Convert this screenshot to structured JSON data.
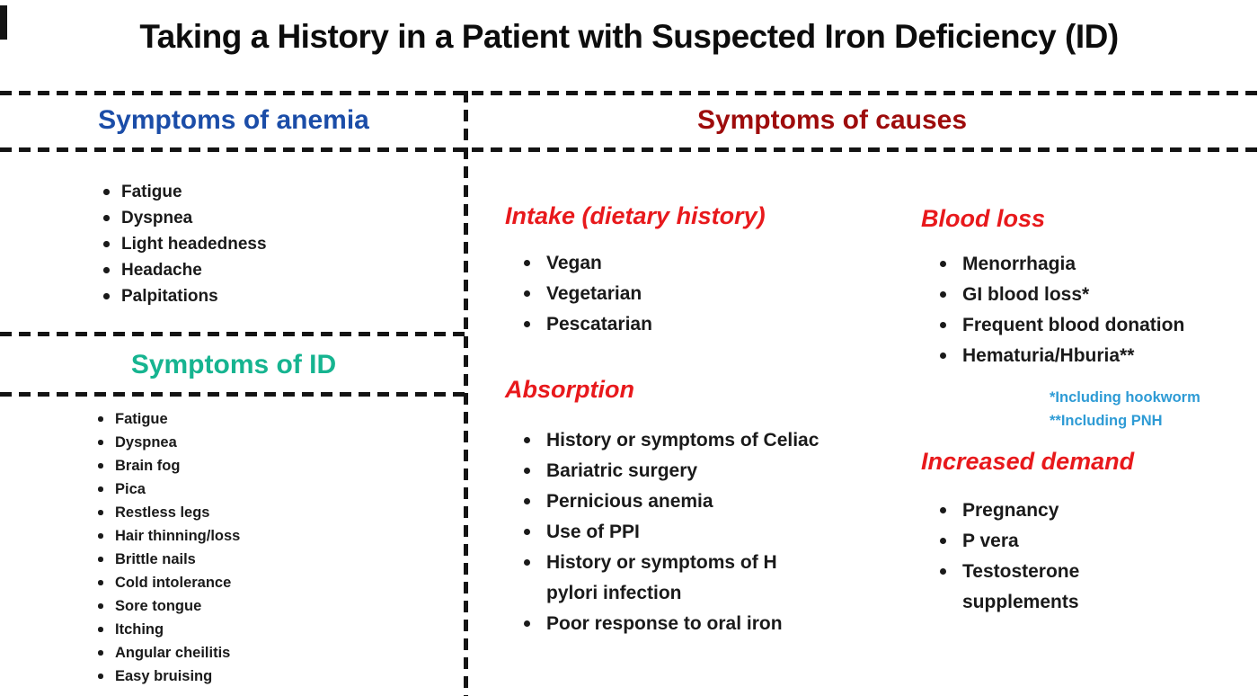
{
  "title": "Taking a History in a Patient with Suspected Iron Deficiency (ID)",
  "colors": {
    "title": "#0d0d0d",
    "line": "#141414",
    "body_text": "#1a1a1a",
    "anemia_header": "#1b4da8",
    "id_header": "#16b490",
    "causes_header": "#9e0c0c",
    "subsection_header": "#e8191c",
    "footnote": "#2e9bd5"
  },
  "left": {
    "anemia": {
      "header": "Symptoms of anemia",
      "items": [
        "Fatigue",
        "Dyspnea",
        "Light headedness",
        "Headache",
        "Palpitations"
      ]
    },
    "id": {
      "header": "Symptoms of ID",
      "items": [
        "Fatigue",
        "Dyspnea",
        "Brain fog",
        "Pica",
        "Restless legs",
        "Hair thinning/loss",
        "Brittle nails",
        "Cold intolerance",
        "Sore tongue",
        "Itching",
        "Angular cheilitis",
        "Easy bruising"
      ]
    }
  },
  "right": {
    "header": "Symptoms of causes",
    "sections": [
      {
        "header": "Intake (dietary history)",
        "items": [
          "Vegan",
          "Vegetarian",
          "Pescatarian"
        ]
      },
      {
        "header": "Absorption",
        "items": [
          "History or symptoms of Celiac",
          "Bariatric surgery",
          "Pernicious anemia",
          "Use of PPI",
          "History or symptoms of H\npylori infection",
          "Poor response to oral iron"
        ]
      },
      {
        "header": "Blood loss",
        "items": [
          "Menorrhagia",
          "GI blood loss*",
          "Frequent blood donation",
          "Hematuria/Hburia**"
        ]
      },
      {
        "header": "Increased demand",
        "items": [
          "Pregnancy",
          "P vera",
          "Testosterone\nsupplements"
        ]
      }
    ],
    "footnotes": [
      "*Including hookworm",
      "**Including PNH"
    ]
  }
}
